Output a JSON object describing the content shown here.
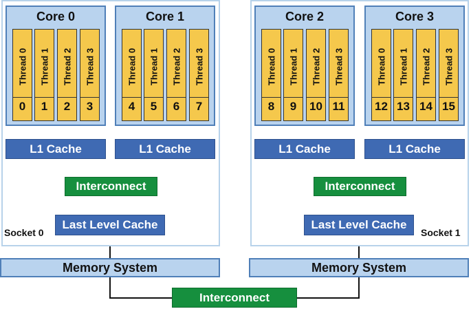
{
  "sockets": [
    {
      "label": "Socket 0",
      "cores": [
        {
          "title": "Core 0",
          "threads": [
            {
              "label": "Thread 0",
              "num": "0"
            },
            {
              "label": "Thread 1",
              "num": "1"
            },
            {
              "label": "Thread 2",
              "num": "2"
            },
            {
              "label": "Thread 3",
              "num": "3"
            }
          ],
          "cache": "L1 Cache"
        },
        {
          "title": "Core 1",
          "threads": [
            {
              "label": "Thread 0",
              "num": "4"
            },
            {
              "label": "Thread 1",
              "num": "5"
            },
            {
              "label": "Thread 2",
              "num": "6"
            },
            {
              "label": "Thread 3",
              "num": "7"
            }
          ],
          "cache": "L1 Cache"
        }
      ],
      "interconnect": "Interconnect",
      "llc": "Last Level Cache",
      "memory": "Memory System"
    },
    {
      "label": "Socket 1",
      "cores": [
        {
          "title": "Core 2",
          "threads": [
            {
              "label": "Thread 0",
              "num": "8"
            },
            {
              "label": "Thread 1",
              "num": "9"
            },
            {
              "label": "Thread 2",
              "num": "10"
            },
            {
              "label": "Thread 3",
              "num": "11"
            }
          ],
          "cache": "L1 Cache"
        },
        {
          "title": "Core 3",
          "threads": [
            {
              "label": "Thread 0",
              "num": "12"
            },
            {
              "label": "Thread 1",
              "num": "13"
            },
            {
              "label": "Thread 2",
              "num": "14"
            },
            {
              "label": "Thread 3",
              "num": "15"
            }
          ],
          "cache": "L1 Cache"
        }
      ],
      "interconnect": "Interconnect",
      "llc": "Last Level Cache",
      "memory": "Memory System"
    }
  ],
  "system_interconnect": "Interconnect",
  "colors": {
    "thread": "#f5c84c",
    "core": "#b9d3ee",
    "cache": "#3f6ab3",
    "interconnect": "#168f3e",
    "socket_border": "#b7d2ea"
  }
}
